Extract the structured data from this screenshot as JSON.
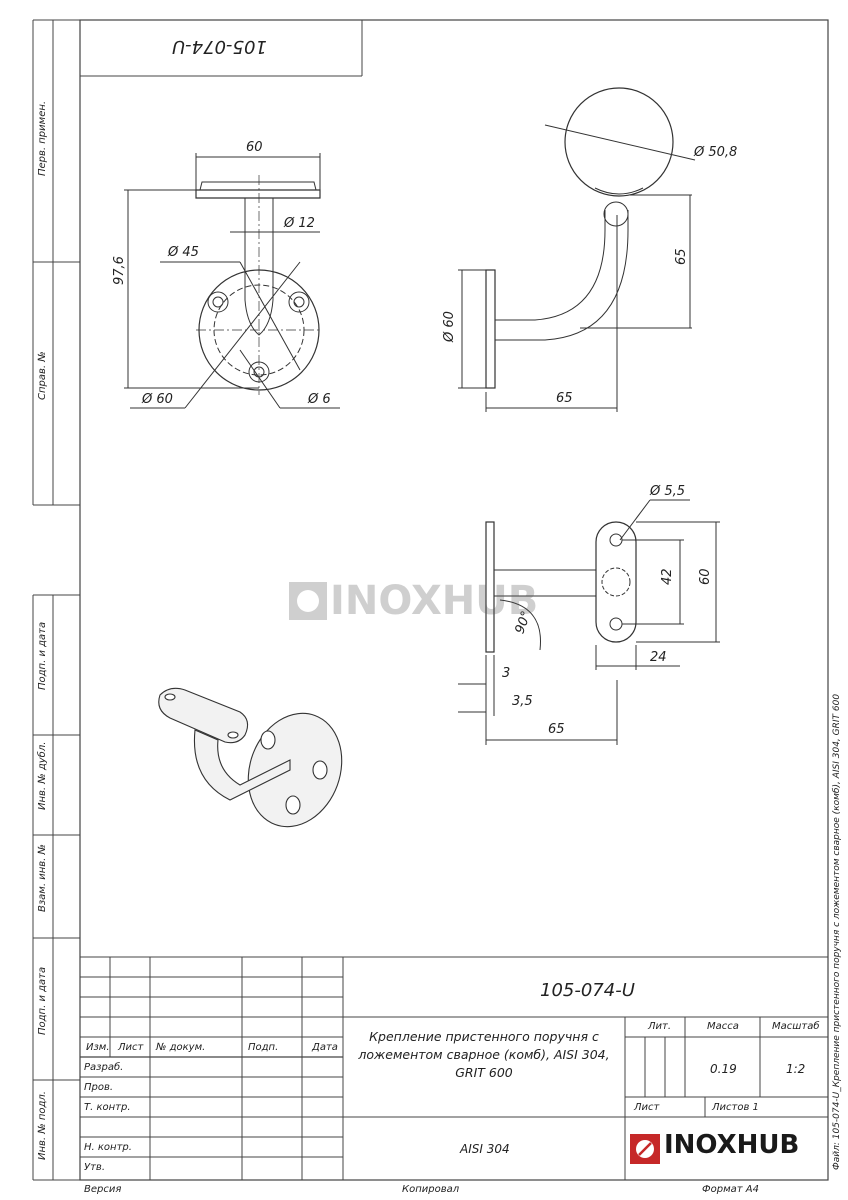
{
  "drawing": {
    "code_stamp": "105-074-U",
    "dimensions": {
      "d60_top": "60",
      "d12": "Ø 12",
      "d45": "Ø 45",
      "d97": "97,6",
      "d60b": "Ø 60",
      "d6": "Ø 6",
      "ball": "Ø 50,8",
      "h65": "65",
      "d60side": "Ø 60",
      "w65": "65",
      "d55": "Ø 5,5",
      "h42": "42",
      "h60": "60",
      "w24": "24",
      "a90": "90°",
      "w3": "3",
      "w35": "3,5",
      "w65b": "65"
    },
    "watermark": "INOXHUB"
  },
  "left_strip": {
    "perv": "Перв. примен.",
    "sprav": "Справ. №",
    "podp1": "Подп. и дата",
    "inv_dubl": "Инв. № дубл.",
    "vzam": "Взам. инв. №",
    "podp2": "Подп. и дата",
    "inv_podl": "Инв. № подл."
  },
  "title_block": {
    "code": "105-074-U",
    "name": "Крепление пристенного поручня с ложементом сварное (комб), AISI 304, GRIT 600",
    "material": "AISI 304",
    "headers": {
      "izm": "Изм.",
      "list": "Лист",
      "ndoc": "№ докум.",
      "podp": "Подп.",
      "data": "Дата"
    },
    "rows": [
      "Разраб.",
      "Пров.",
      "Т. контр.",
      "Н. контр.",
      "Утв."
    ],
    "lit": "Лит.",
    "massa": "Масса",
    "masshtab": "Масштаб",
    "mass_value": "0.19",
    "scale_value": "1:2",
    "sheet": "Лист",
    "sheets": "Листов 1",
    "logo": "INOXHUB"
  },
  "footer": {
    "versia": "Версия",
    "kopiroval": "Копировал",
    "format": "Формат А4"
  },
  "side_file": "Файл: 105-074-U_Крепление пристенного поручня с ложементом сварное (комб), AISI 304, GRIT 600"
}
